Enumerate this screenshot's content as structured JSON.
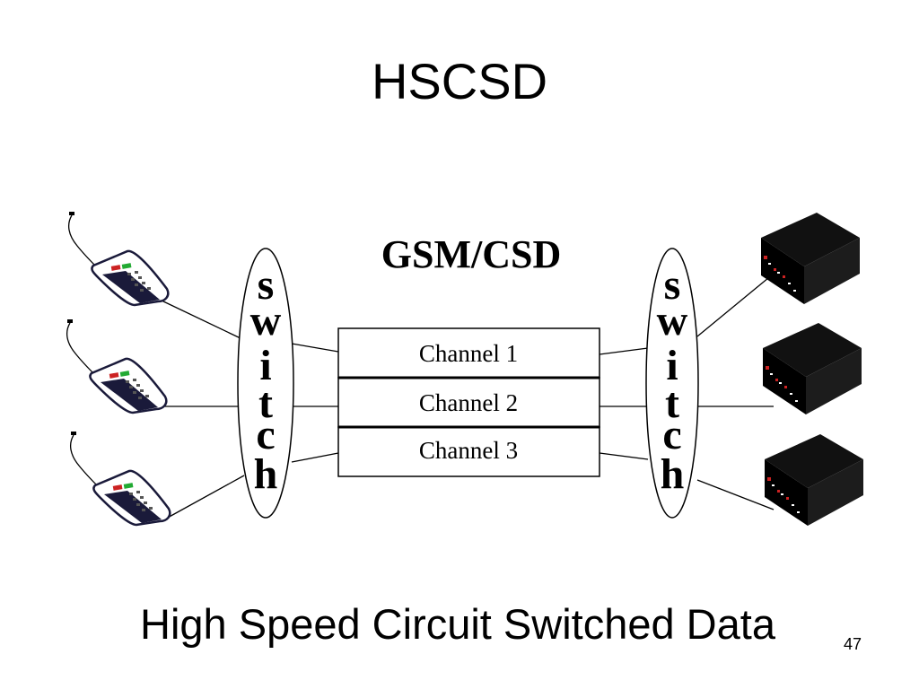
{
  "slide": {
    "title": "HSCSD",
    "subtitle": "High Speed Circuit Switched Data",
    "page_number": "47"
  },
  "diagram": {
    "network_label": "GSM/CSD",
    "left_switch_label": [
      "s",
      "w",
      "i",
      "t",
      "c",
      "h"
    ],
    "right_switch_label": [
      "s",
      "w",
      "i",
      "t",
      "c",
      "h"
    ],
    "channels": [
      "Channel 1",
      "Channel 2",
      "Channel 3"
    ],
    "left_devices": [
      "mobile-phone",
      "mobile-phone",
      "mobile-phone"
    ],
    "right_devices": [
      "modem",
      "modem",
      "modem"
    ],
    "colors": {
      "line": "#000000",
      "device_dark": "#111111",
      "red_accent": "#cc2222",
      "green_accent": "#22aa33"
    }
  }
}
